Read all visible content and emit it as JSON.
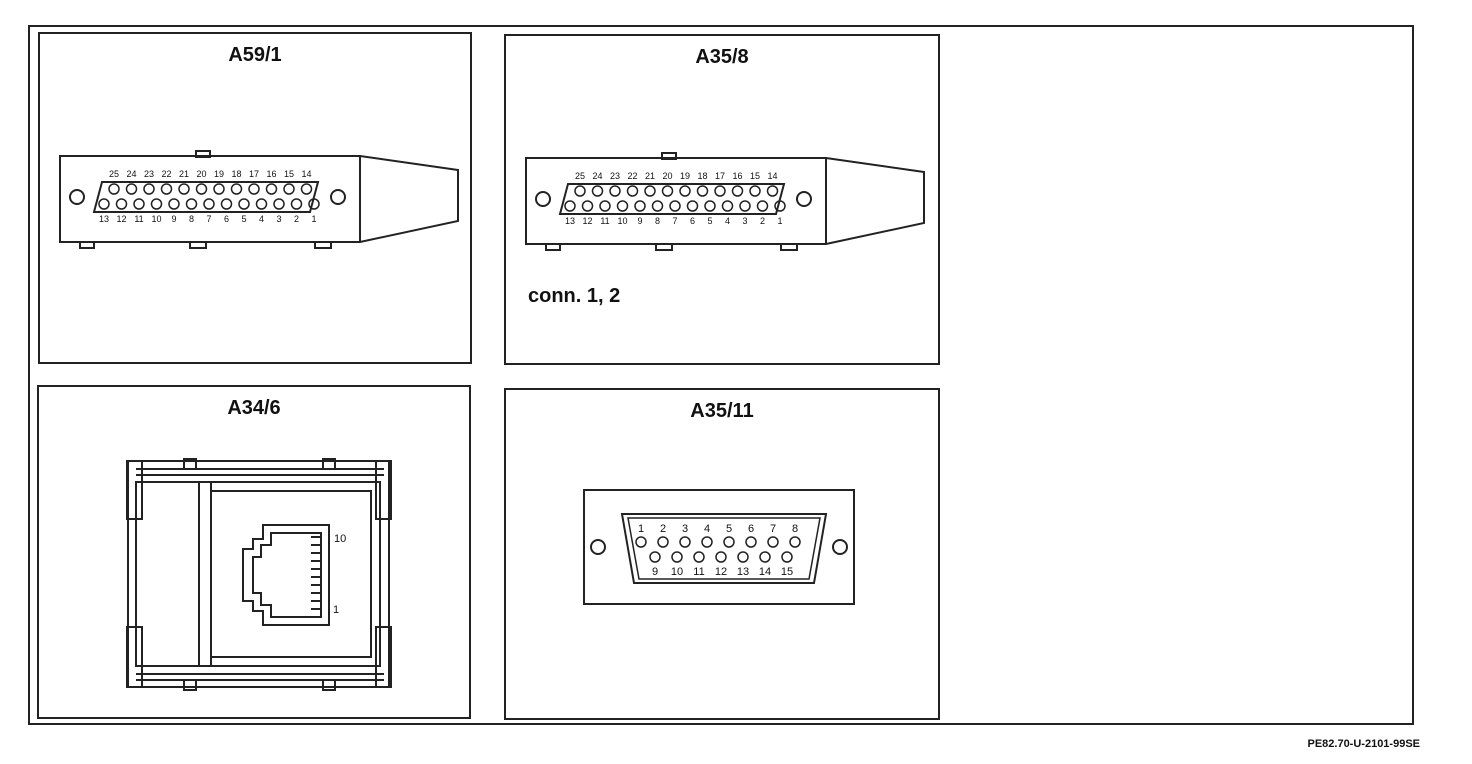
{
  "panels": {
    "a59": {
      "title": "A59/1"
    },
    "a358": {
      "title": "A35/8",
      "note": "conn. 1, 2"
    },
    "a346": {
      "title": "A34/6",
      "pin_top": "10",
      "pin_bottom": "1"
    },
    "a3511": {
      "title": "A35/11"
    }
  },
  "db25": {
    "top_pins": [
      "25",
      "24",
      "23",
      "22",
      "21",
      "20",
      "19",
      "18",
      "17",
      "16",
      "15",
      "14"
    ],
    "bottom_pins": [
      "13",
      "12",
      "11",
      "10",
      "9",
      "8",
      "7",
      "6",
      "5",
      "4",
      "3",
      "2",
      "1"
    ]
  },
  "db15": {
    "top_pins": [
      "1",
      "2",
      "3",
      "4",
      "5",
      "6",
      "7",
      "8"
    ],
    "bottom_pins": [
      "9",
      "10",
      "11",
      "12",
      "13",
      "14",
      "15"
    ]
  },
  "drawing_code": "PE82.70-U-2101-99SE"
}
